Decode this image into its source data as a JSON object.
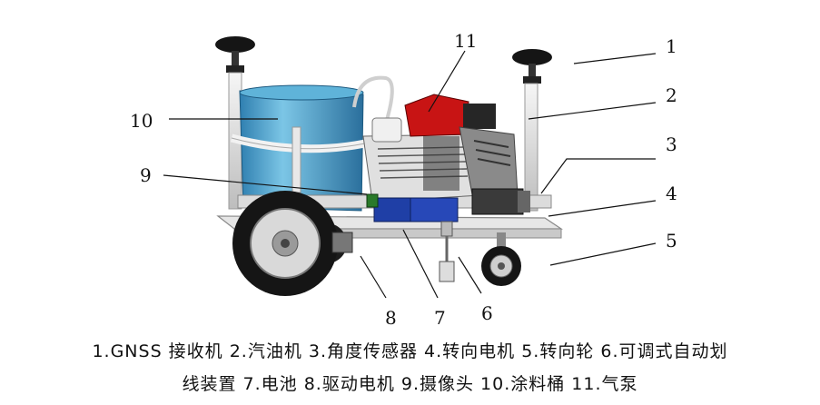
{
  "callouts": [
    "1",
    "2",
    "3",
    "4",
    "5",
    "6",
    "7",
    "8",
    "9",
    "10",
    "11"
  ],
  "caption": {
    "line1": "1.GNSS 接收机 2.汽油机 3.角度传感器 4.转向电机 5.转向轮 6.可调式自动划",
    "line2": "线装置 7.电池 8.驱动电机 9.摄像头 10.涂料桶 11.气泵"
  },
  "colors": {
    "tank": "#4fa6cf",
    "engine": "#c81414",
    "battery": "#1f3fa6",
    "frame": "#e4e4e4"
  }
}
